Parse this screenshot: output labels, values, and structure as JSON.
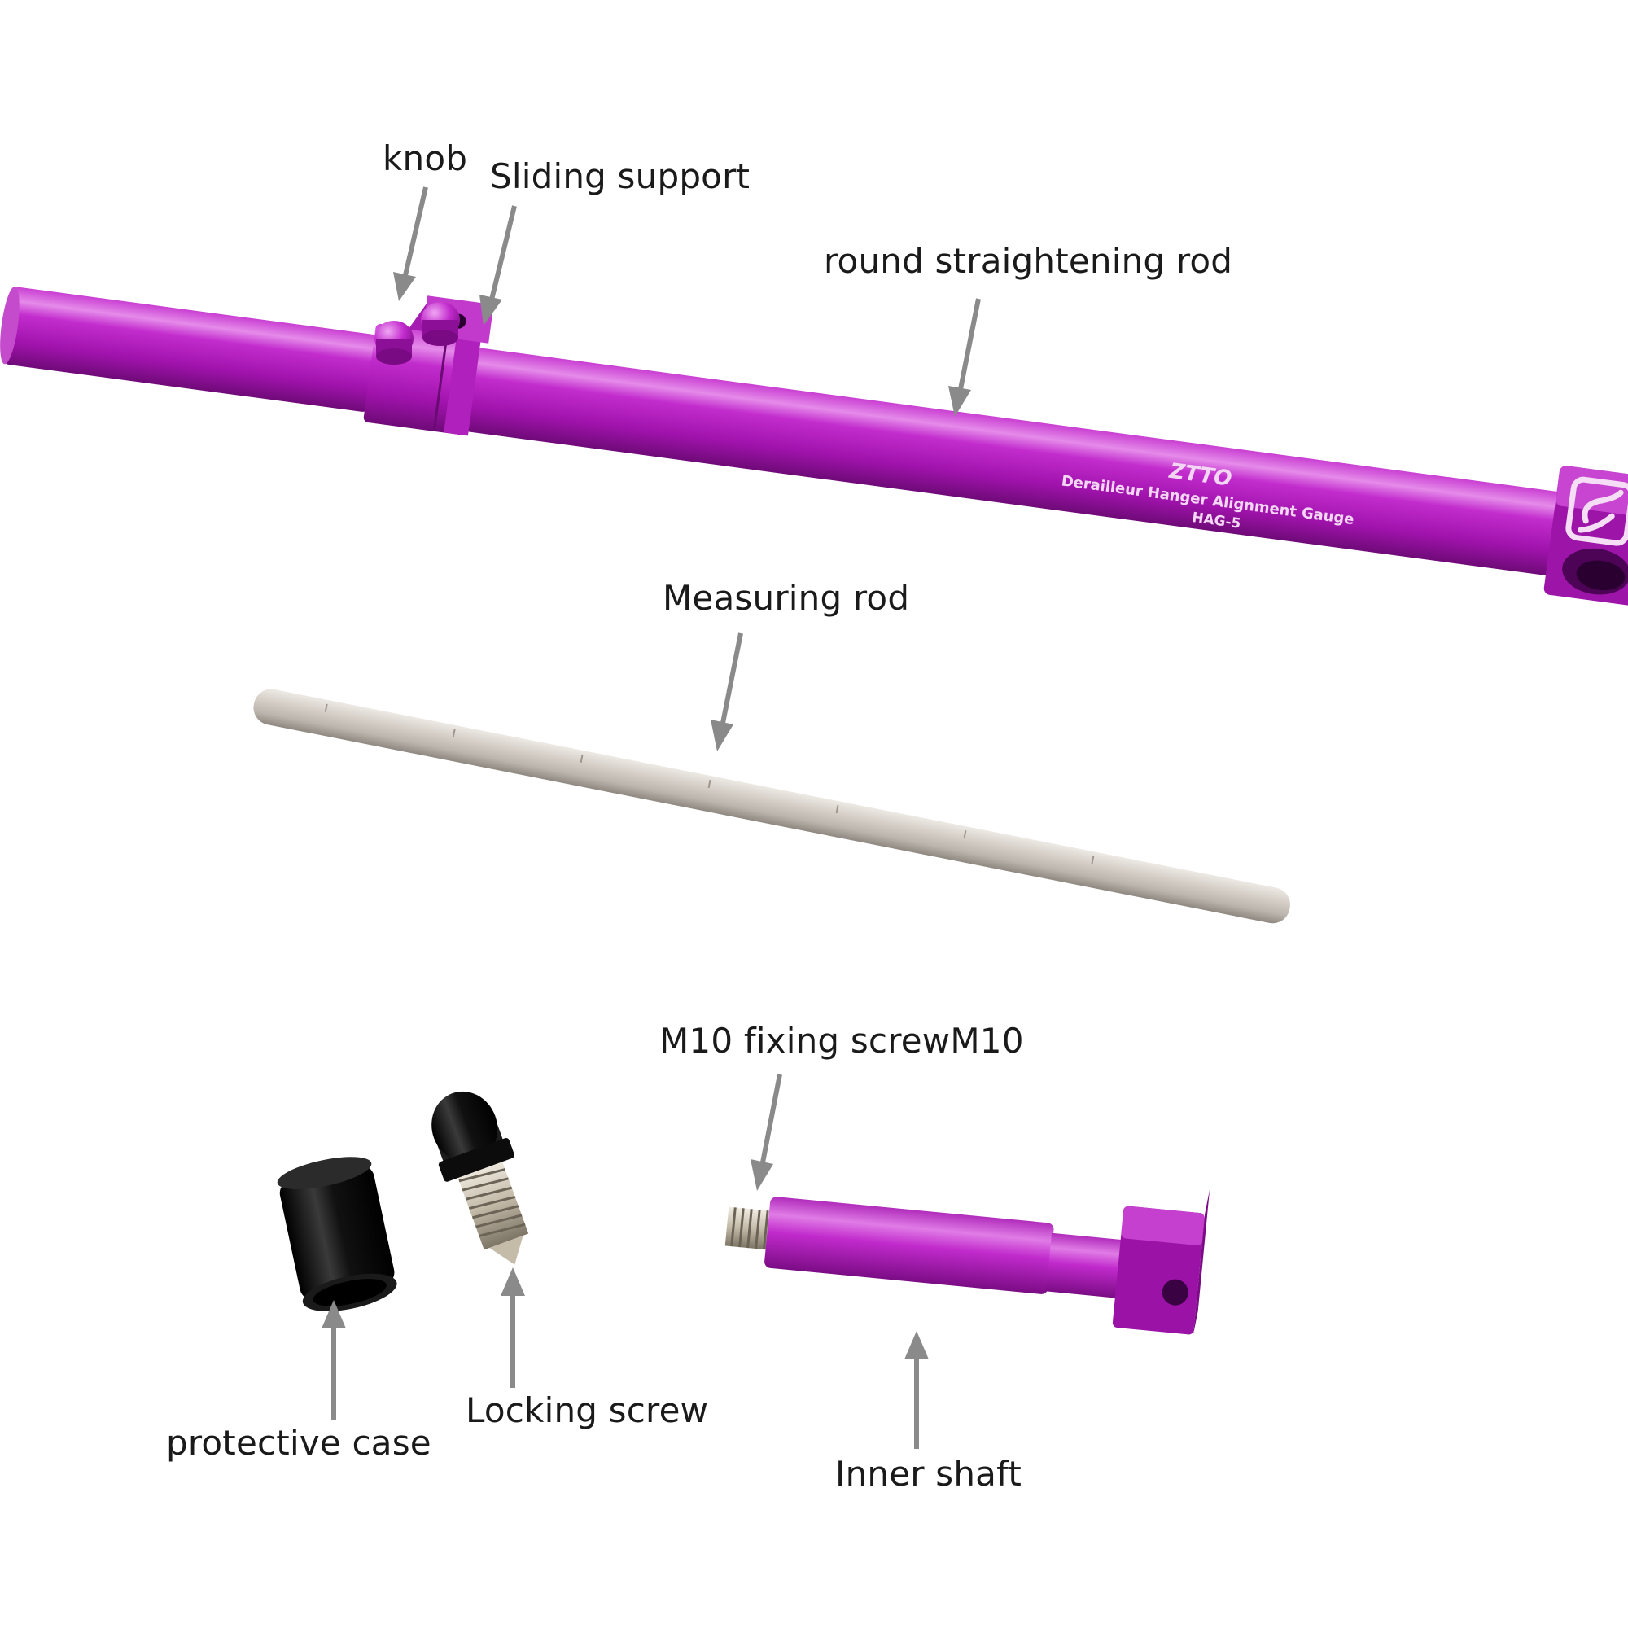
{
  "labels": {
    "knob": "knob",
    "sliding_support": "Sliding support",
    "round_straightening_rod": "round straightening rod",
    "measuring_rod": "Measuring rod",
    "m10_fixing_screw": "M10 fixing screwM10",
    "protective_case": "protective case",
    "locking_screw": "Locking screw",
    "inner_shaft": "Inner shaft"
  },
  "engraving": {
    "brand": "ZTTO",
    "product_name": "Derailleur Hanger Alignment Gauge",
    "model": "HAG-5"
  },
  "colors": {
    "anodized_purple": "#b81fc4",
    "steel": "#c9c3bc",
    "black_plastic": "#111111",
    "arrow_gray": "#8a8a8a",
    "label_text": "#1a1a1a"
  }
}
